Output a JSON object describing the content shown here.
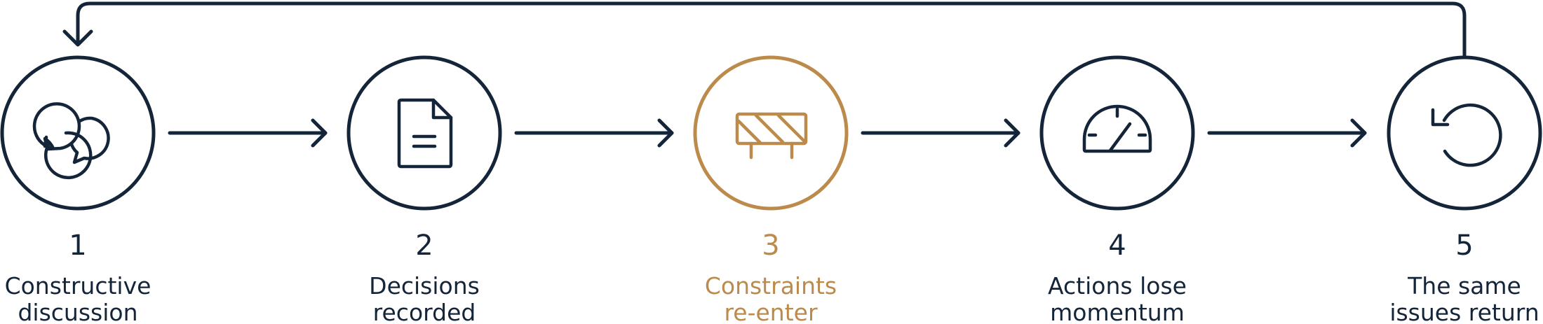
{
  "colors": {
    "primary": "#14253a",
    "accent": "#bc8a4b",
    "background": "#ffffff"
  },
  "steps": [
    {
      "number": "1",
      "label_line1": "Constructive",
      "label_line2": "discussion",
      "icon": "speech-bubbles-icon",
      "highlighted": false
    },
    {
      "number": "2",
      "label_line1": "Decisions",
      "label_line2": "recorded",
      "icon": "document-icon",
      "highlighted": false
    },
    {
      "number": "3",
      "label_line1": "Constraints",
      "label_line2": "re-enter",
      "icon": "barrier-icon",
      "highlighted": true
    },
    {
      "number": "4",
      "label_line1": "Actions lose",
      "label_line2": "momentum",
      "icon": "gauge-icon",
      "highlighted": false
    },
    {
      "number": "5",
      "label_line1": "The same",
      "label_line2": "issues return",
      "icon": "undo-cycle-icon",
      "highlighted": false
    }
  ]
}
